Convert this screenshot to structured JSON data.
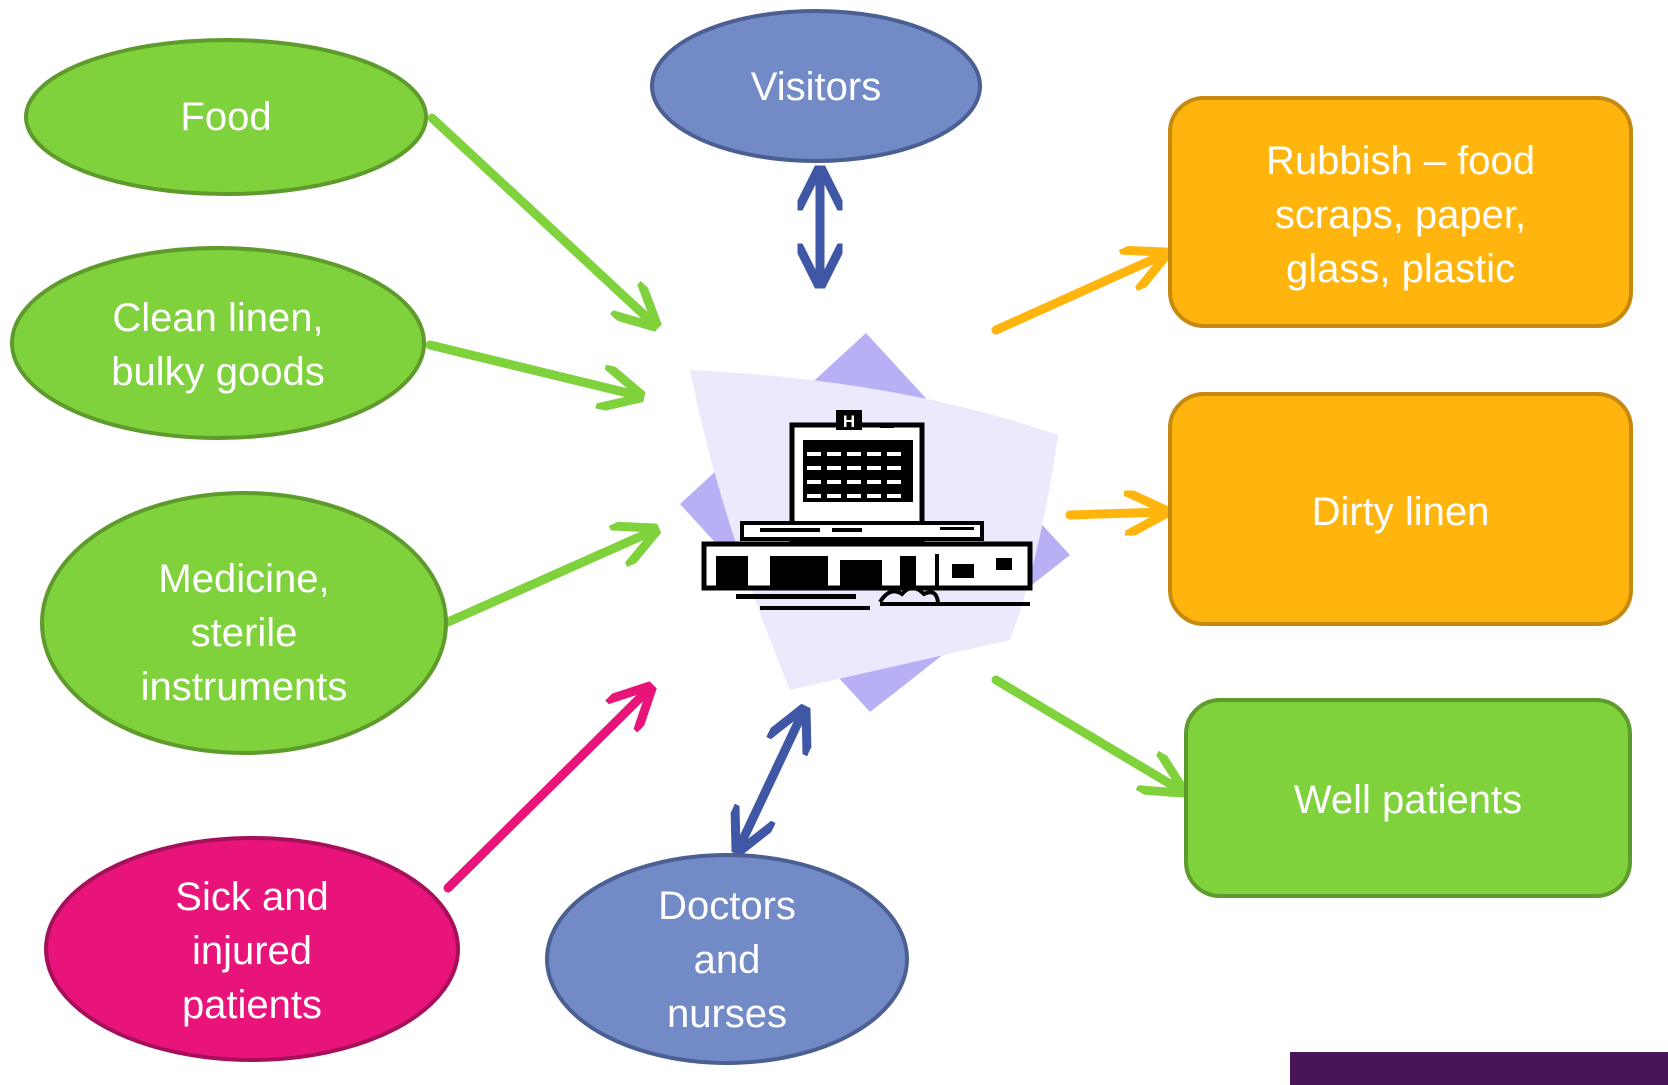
{
  "colors": {
    "green": "#7fd23c",
    "green_border": "#5e9a2c",
    "blue": "#728bc7",
    "blue_border": "#4b5f92",
    "pink": "#e8147a",
    "pink_border": "#a6105a",
    "orange": "#ffb40e",
    "orange_border": "#c68a10",
    "arrow_green": "#7fd23c",
    "arrow_blue": "#3f57a4",
    "arrow_pink": "#e8147a",
    "arrow_orange": "#ffb40e",
    "footer_bar": "#4a1458"
  },
  "center": {
    "icon": "hospital-building-icon"
  },
  "nodes": {
    "food": "Food",
    "visitors": "Visitors",
    "clean_linen": "Clean linen,\nbulky goods",
    "medicine": "Medicine,\nsterile\ninstruments",
    "sick_patients": "Sick and\ninjured\npatients",
    "doctors_nurses": "Doctors\nand\nnurses",
    "rubbish": "Rubbish – food\nscraps, paper,\nglass, plastic",
    "dirty_linen": "Dirty linen",
    "well_patients": "Well patients"
  }
}
